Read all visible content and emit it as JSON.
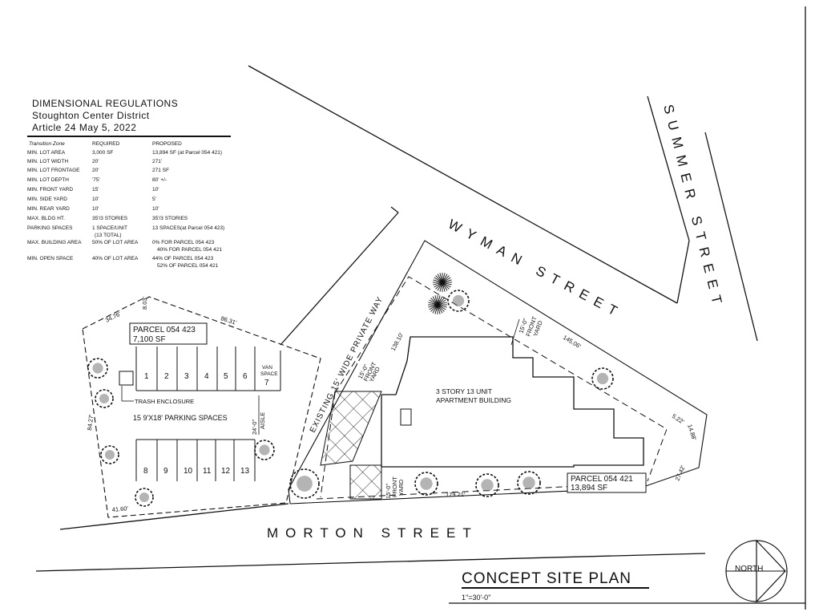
{
  "regulations": {
    "title": "DIMENSIONAL REGULATIONS",
    "subtitle": "Stoughton Center District",
    "article": "Article 24 May 5, 2022",
    "headers": [
      "Transition Zone",
      "REQUIRED",
      "PROPOSED"
    ],
    "rows": [
      {
        "label": "MIN. LOT AREA",
        "required": "3,000 SF",
        "proposed": "13,894 SF (at Parcel 054 421)"
      },
      {
        "label": "MIN. LOT WIDTH",
        "required": "20'",
        "proposed": "271'"
      },
      {
        "label": "MIN. LOT FRONTAGE",
        "required": "20'",
        "proposed": "271 SF"
      },
      {
        "label": "MIN. LOT DEPTH",
        "required": "'75'",
        "proposed": "80' +/-"
      },
      {
        "label": "MIN. FRONT YARD",
        "required": "15'",
        "proposed": "10'"
      },
      {
        "label": "MIN. SIDE YARD",
        "required": "10'",
        "proposed": "5'"
      },
      {
        "label": "MIN. REAR YARD",
        "required": "10'",
        "proposed": "10'"
      },
      {
        "label": "MAX. BLDG HT.",
        "required": "35'/3 STORIES",
        "proposed": "35'/3 STORIES"
      },
      {
        "label": "PARKING SPACES",
        "required": "1 SPACE/UNIT",
        "required2": "(13 TOTAL)",
        "proposed": "13 SPACES(at Parcel 054 423)"
      },
      {
        "label": "MAX. BUILDING AREA",
        "required": "50% OF LOT AREA",
        "proposed": "0% FOR PARCEL 054 423",
        "proposed2": "40% FOR PARCEL 054 421"
      },
      {
        "label": "MIN. OPEN SPACE",
        "required": "40% OF LOT AREA",
        "proposed": "44% OF PARCEL 054 423",
        "proposed2": "52% OF PARCEL 054 421"
      }
    ]
  },
  "streets": {
    "summer": "SUMMER STREET",
    "wyman": "WYMAN STREET",
    "morton": "MORTON STREET",
    "private_way": "EXISTING 15' WIDE PRIVATE WAY"
  },
  "parcel_423": {
    "label": "PARCEL 054 423",
    "area": "7,100 SF",
    "parking_label": "15 9'X18' PARKING SPACES",
    "trash": "TRASH ENCLOSURE",
    "van_space": [
      "VAN",
      "SPACE"
    ],
    "aisle": [
      "24'-0\"",
      "AISLE"
    ],
    "top_spaces": [
      "1",
      "2",
      "3",
      "4",
      "5",
      "6",
      "7"
    ],
    "bottom_spaces": [
      "8",
      "9",
      "10",
      "11",
      "12",
      "13"
    ],
    "dims": {
      "top": "34.76'",
      "corner": "8.03'",
      "right_top": "86.31'",
      "left": "84.27'",
      "bottom": "41.60'"
    }
  },
  "parcel_421": {
    "label": "PARCEL 054 421",
    "area": "13,894 SF",
    "building": [
      "3 STORY 13 UNIT",
      "APARTMENT BUILDING"
    ],
    "front_yard_top": [
      "15'-0\"",
      "FRONT",
      "YARD"
    ],
    "front_yard_left": [
      "15'-0\"",
      "FRONT",
      "YARD"
    ],
    "front_yard_bottom": [
      "15'-0\"",
      "FRONT",
      "YARD"
    ],
    "dims": {
      "left": "138.10'",
      "top": "145.06'",
      "corner1": "5.22'",
      "corner2": "14.88'",
      "right": "27.42'",
      "bottom": "179.21'"
    }
  },
  "title_block": {
    "title": "CONCEPT SITE PLAN",
    "scale": "1\"=30'-0\"",
    "north": "NORTH"
  }
}
